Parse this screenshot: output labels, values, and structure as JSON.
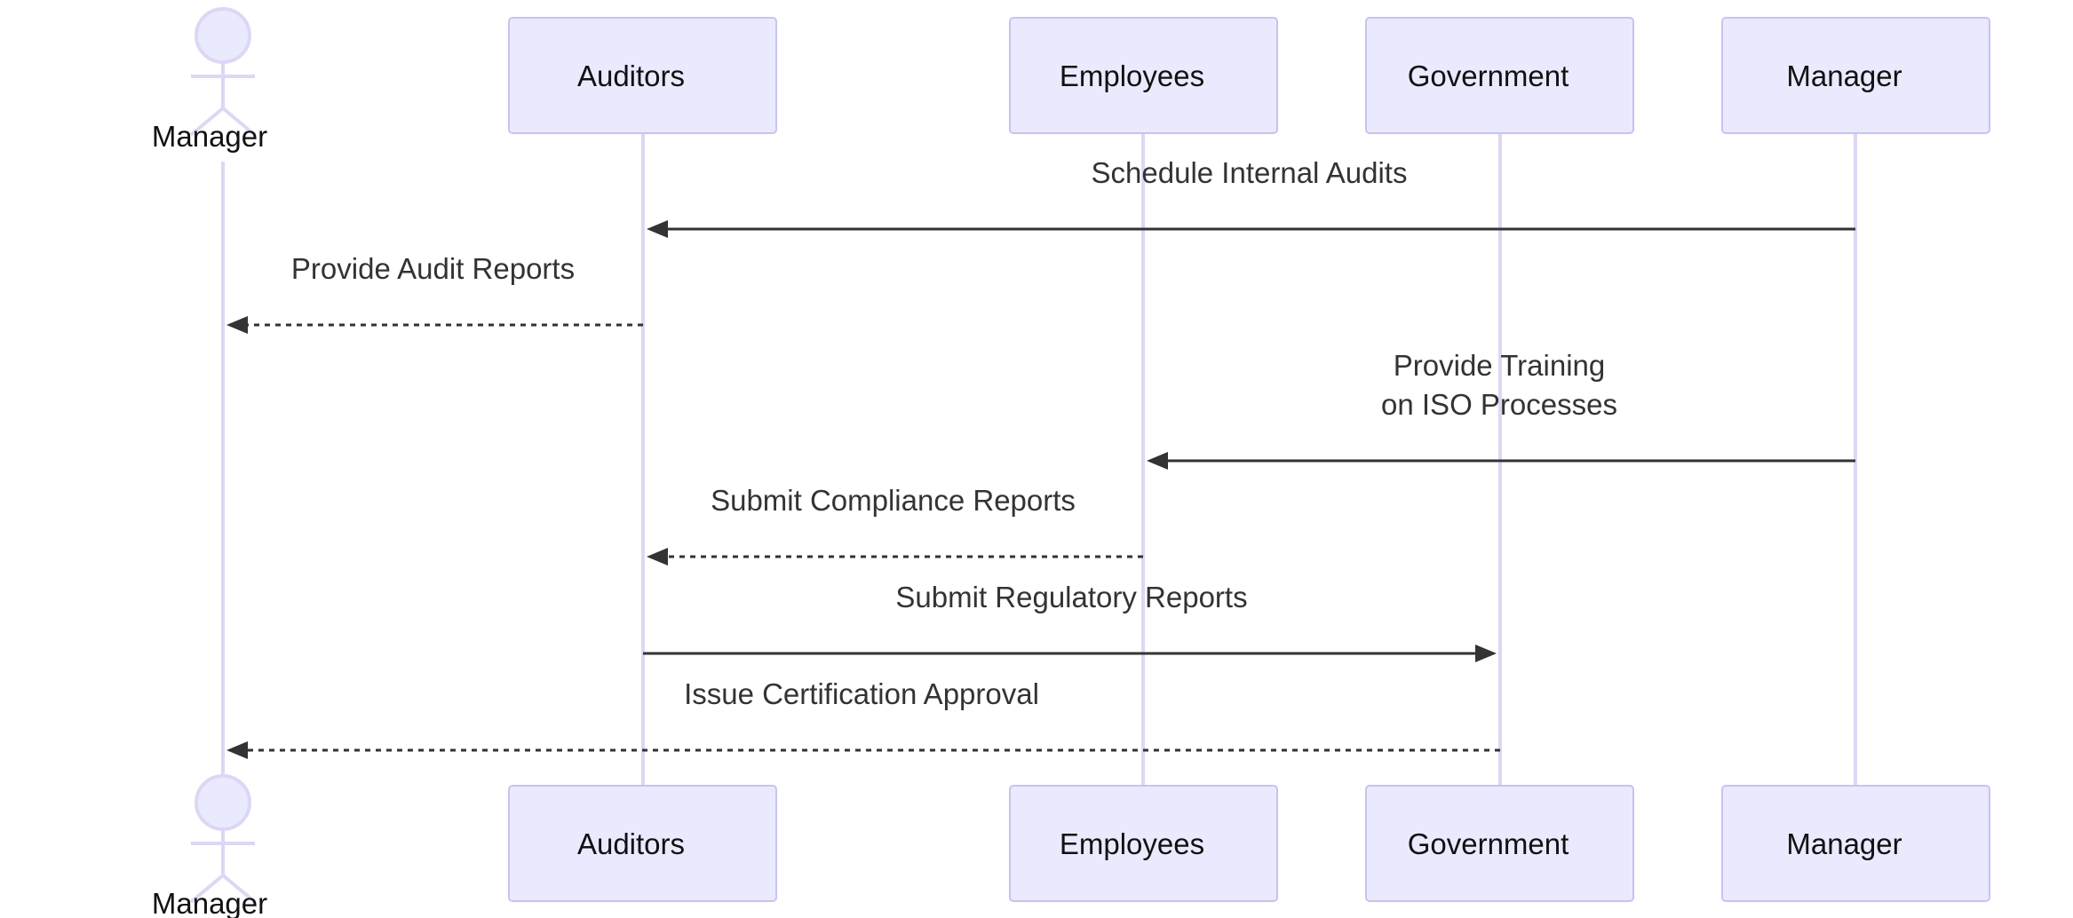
{
  "participants": [
    {
      "id": "manager_actor",
      "label": "Manager",
      "kind": "actor"
    },
    {
      "id": "auditors",
      "label": "Auditors",
      "kind": "box"
    },
    {
      "id": "employees",
      "label": "Employees",
      "kind": "box"
    },
    {
      "id": "government",
      "label": "Government",
      "kind": "box"
    },
    {
      "id": "manager_box",
      "label": "Manager",
      "kind": "box"
    }
  ],
  "messages": [
    {
      "from": "manager_box",
      "to": "auditors",
      "lines": [
        "Schedule Internal Audits"
      ],
      "style": "solid"
    },
    {
      "from": "auditors",
      "to": "manager_actor",
      "lines": [
        "Provide Audit Reports"
      ],
      "style": "dashed"
    },
    {
      "from": "manager_box",
      "to": "employees",
      "lines": [
        "Provide Training",
        "on ISO Processes"
      ],
      "style": "solid"
    },
    {
      "from": "employees",
      "to": "auditors",
      "lines": [
        "Submit Compliance Reports"
      ],
      "style": "dashed"
    },
    {
      "from": "auditors",
      "to": "government",
      "lines": [
        "Submit Regulatory Reports"
      ],
      "style": "solid"
    },
    {
      "from": "government",
      "to": "manager_actor",
      "lines": [
        "Issue Certification Approval"
      ],
      "style": "dashed"
    }
  ],
  "colors": {
    "box_fill": "#eaeaff",
    "box_stroke": "#c9c2f0",
    "lifeline": "#ddd7f5",
    "arrow": "#333333",
    "text": "#111111"
  }
}
